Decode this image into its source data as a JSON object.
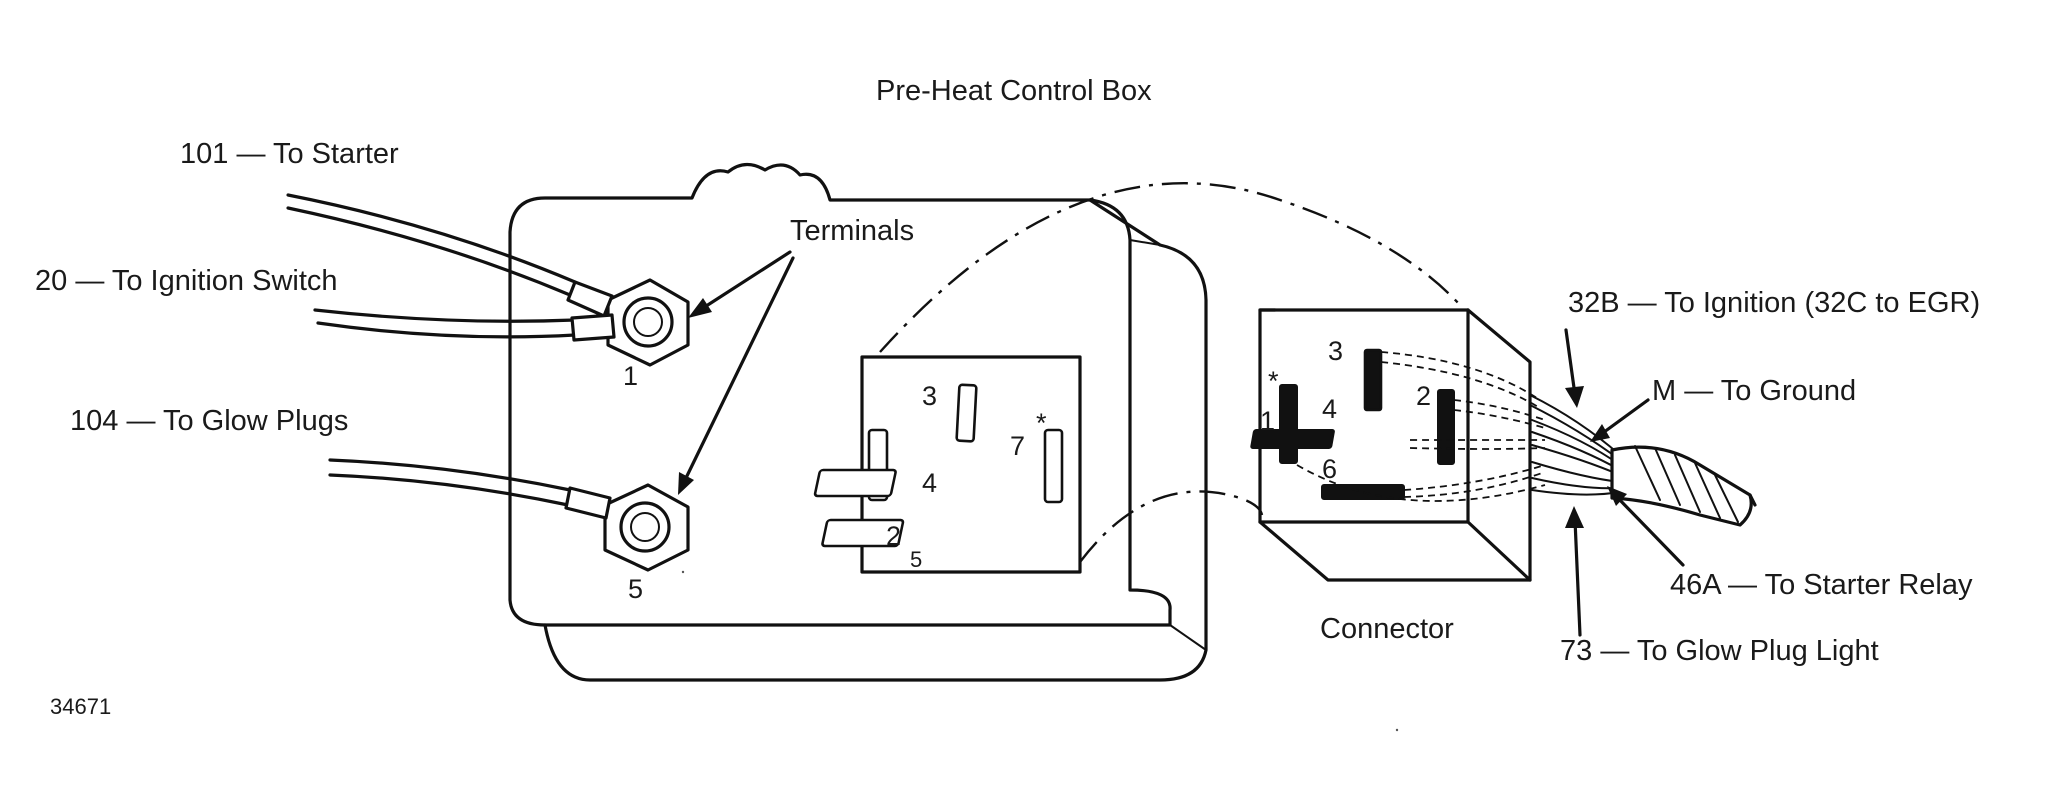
{
  "title": "Pre-Heat Control Box",
  "figure_number": "34671",
  "wires_left": {
    "starter": "101 — To Starter",
    "ignition_switch": "20 — To Ignition Switch",
    "glow_plugs": "104 — To Glow Plugs"
  },
  "terminals_label": "Terminals",
  "terminal_numbers": {
    "t1": "1",
    "t5": "5"
  },
  "box_pins": {
    "p3": "3",
    "p4": "4",
    "p7": "7",
    "p2": "2",
    "p5": "5",
    "star": "*"
  },
  "connector_label": "Connector",
  "connector_pins": {
    "p3": "3",
    "p1": "1",
    "p4": "4",
    "p2": "2",
    "p6": "6",
    "star": "*"
  },
  "wires_right": {
    "ignition": "32B — To Ignition (32C to EGR)",
    "ground": "M — To Ground",
    "starter_relay": "46A — To Starter Relay",
    "glow_plug_light": "73 — To Glow Plug Light"
  }
}
